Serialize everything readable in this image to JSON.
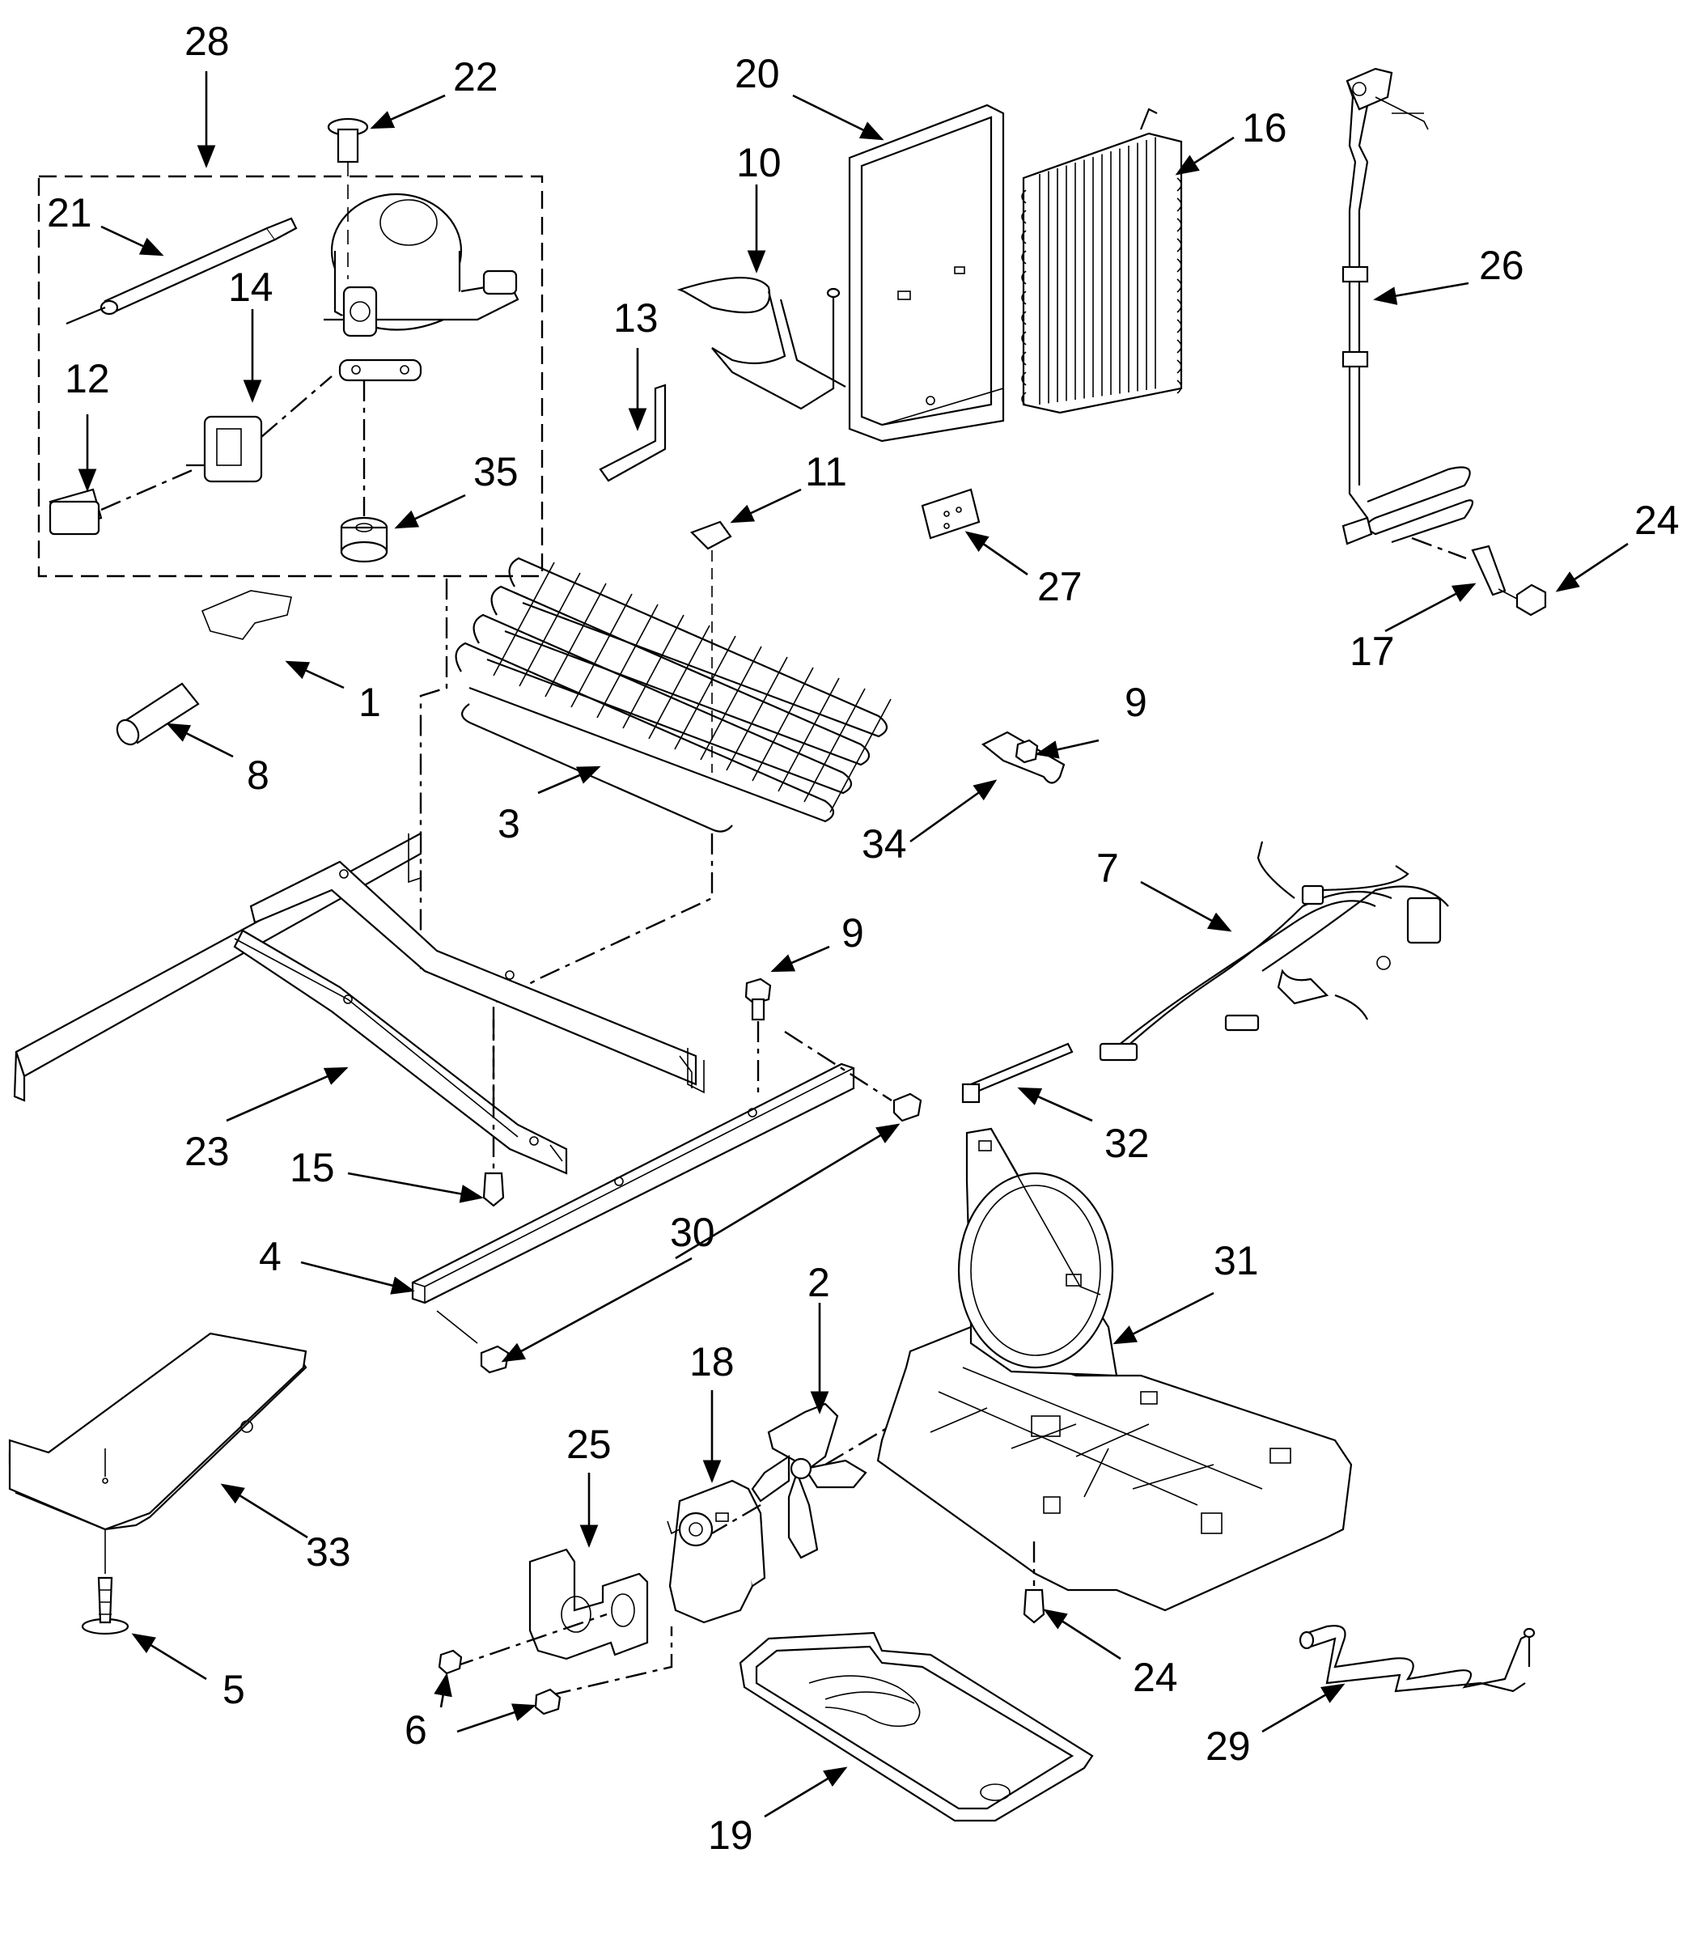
{
  "callouts": [
    {
      "id": "c28",
      "label": "28"
    },
    {
      "id": "c22",
      "label": "22"
    },
    {
      "id": "c20",
      "label": "20"
    },
    {
      "id": "c10",
      "label": "10"
    },
    {
      "id": "c16",
      "label": "16"
    },
    {
      "id": "c21",
      "label": "21"
    },
    {
      "id": "c14",
      "label": "14"
    },
    {
      "id": "c13",
      "label": "13"
    },
    {
      "id": "c26",
      "label": "26"
    },
    {
      "id": "c12",
      "label": "12"
    },
    {
      "id": "c35",
      "label": "35"
    },
    {
      "id": "c11",
      "label": "11"
    },
    {
      "id": "c24a",
      "label": "24"
    },
    {
      "id": "c27",
      "label": "27"
    },
    {
      "id": "c17",
      "label": "17"
    },
    {
      "id": "c1",
      "label": "1"
    },
    {
      "id": "c8",
      "label": "8"
    },
    {
      "id": "c9a",
      "label": "9"
    },
    {
      "id": "c3",
      "label": "3"
    },
    {
      "id": "c34",
      "label": "34"
    },
    {
      "id": "c7",
      "label": "7"
    },
    {
      "id": "c9b",
      "label": "9"
    },
    {
      "id": "c23",
      "label": "23"
    },
    {
      "id": "c15",
      "label": "15"
    },
    {
      "id": "c32",
      "label": "32"
    },
    {
      "id": "c4",
      "label": "4"
    },
    {
      "id": "c30",
      "label": "30"
    },
    {
      "id": "c31",
      "label": "31"
    },
    {
      "id": "c2",
      "label": "2"
    },
    {
      "id": "c18",
      "label": "18"
    },
    {
      "id": "c25",
      "label": "25"
    },
    {
      "id": "c33",
      "label": "33"
    },
    {
      "id": "c5",
      "label": "5"
    },
    {
      "id": "c24b",
      "label": "24"
    },
    {
      "id": "c6",
      "label": "6"
    },
    {
      "id": "c29",
      "label": "29"
    },
    {
      "id": "c19",
      "label": "19"
    }
  ]
}
